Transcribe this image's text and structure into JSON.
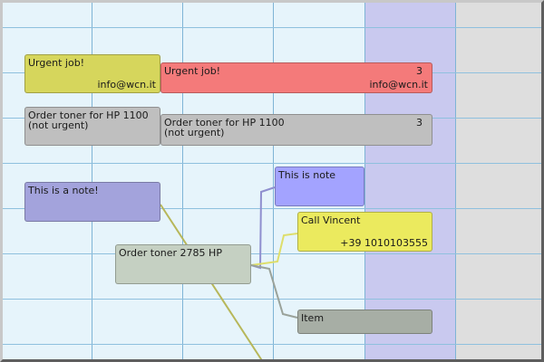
{
  "notes": [
    {
      "id": "urgent-1",
      "title": "Urgent job!",
      "footer": "info@wcn.it",
      "count": "",
      "color": "#d6d65c"
    },
    {
      "id": "urgent-2",
      "title": "Urgent job!",
      "footer": "info@wcn.it",
      "count": "3",
      "color": "#f47a7a"
    },
    {
      "id": "toner-1",
      "title": "Order toner for HP 1100\n(not urgent)",
      "footer": "",
      "count": "",
      "color": "#bfbfbf"
    },
    {
      "id": "toner-2",
      "title": "Order toner for HP 1100\n(not urgent)",
      "footer": "",
      "count": "3",
      "color": "#bfbfbf"
    },
    {
      "id": "note-left",
      "title": "This is a note!",
      "footer": "",
      "count": "",
      "color": "#a3a3dc"
    },
    {
      "id": "note-right",
      "title": "This is note",
      "footer": "",
      "count": "",
      "color": "#a3a3ff"
    },
    {
      "id": "call",
      "title": "Call Vincent",
      "footer": "+39 1010103555",
      "count": "",
      "color": "#ebea5e"
    },
    {
      "id": "toner-2785",
      "title": "Order toner 2785 HP",
      "footer": "",
      "count": "",
      "color": "#c5d0c2"
    },
    {
      "id": "item",
      "title": "Item",
      "footer": "",
      "count": "",
      "color": "#a7aea5"
    }
  ]
}
